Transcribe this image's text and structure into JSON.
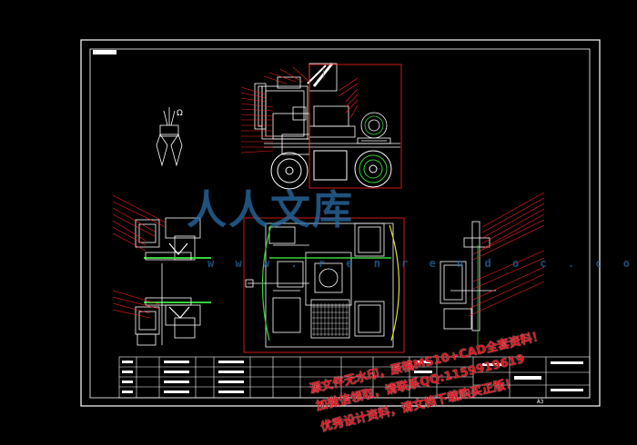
{
  "watermark": {
    "main": "人人文库",
    "url": "w w w . r e n r e n d o c . c o m"
  },
  "ad_text": {
    "line1": "源文件无水印，原稿MS10+CAD全套资料！",
    "line2": "加微信领取，请联系QQ:1159919619",
    "line3": "优秀设计资料，请文档下载购买正版！"
  },
  "sheet": {
    "size_label": "A3"
  },
  "colors": {
    "background": "#000000",
    "lines": "#ffffff",
    "leaders": "#ff2020",
    "green_arc": "#38d038",
    "yellow_arc": "#e0e030",
    "watermark": "#286eaa"
  },
  "detail_mark": "Ω"
}
